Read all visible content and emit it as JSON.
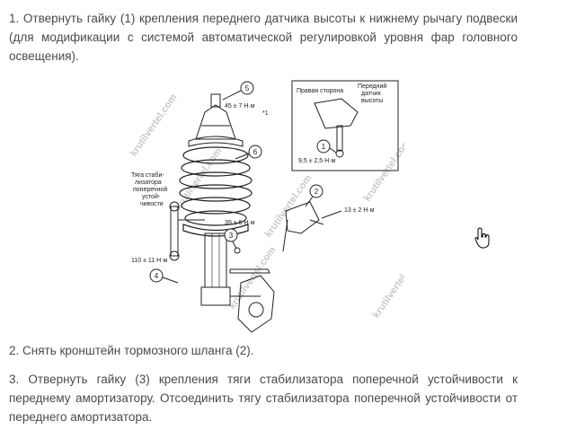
{
  "paragraphs": {
    "p1": "1. Отвернуть гайку (1) крепления переднего датчика высоты к нижнему рычагу подвески (для модификации с системой автоматической регулировкой уровня фар головного освещения).",
    "p2": "2. Снять кронштейн тормозного шланга (2).",
    "p3": "3. Отвернуть гайку (3) крепления тяги стабилизатора поперечной устойчивости к переднему амортизатору. Отсоединить тягу стабилизатора поперечной устойчивости от переднего амортизатора."
  },
  "figure": {
    "callouts": [
      "1",
      "2",
      "3",
      "4",
      "5",
      "6"
    ],
    "torque_5": "45 ± 7 Н·м",
    "torque_5_note": "*1",
    "torque_1": "9,5 ± 2,5 Н·м",
    "torque_2": "13 ± 2 Н·м",
    "torque_3": "39 ± 6 Н·м",
    "torque_4": "110 ± 11 Н·м",
    "inset_title": "Правая сторона",
    "inset_sensor_line1": "Передний",
    "inset_sensor_line2": "датчик",
    "inset_sensor_line3": "высоты",
    "stab_line1": "Тяга стаби-",
    "stab_line2": "лизатора",
    "stab_line3": "поперечной",
    "stab_line4": "устой-",
    "stab_line5": "чивости",
    "watermark": "krutilvertel.com"
  },
  "icons": {
    "cursor": "hand-pointer-icon"
  }
}
